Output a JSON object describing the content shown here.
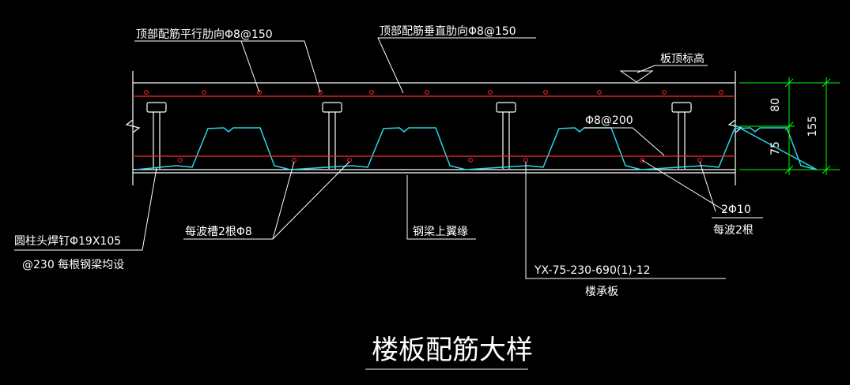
{
  "labels": {
    "top_parallel": "顶部配筋平行肋向Φ8@150",
    "top_perpendicular": "顶部配筋垂直肋向Φ8@150",
    "slab_top_elevation": "板顶标高",
    "mid_rebar": "Φ8@200",
    "stud_line1": "圆柱头焊钉Φ19X105",
    "stud_line2": "@230 每根钢梁均设",
    "trough_rebar": "每波槽2根Φ8",
    "beam_flange": "钢梁上翼缘",
    "bottom_rebar": "2Φ10",
    "per_wave": "每波2根",
    "deck_model": "YX-75-230-690(1)-12",
    "deck_name": "楼承板"
  },
  "dimensions": {
    "upper": "80",
    "lower": "75",
    "total": "155"
  },
  "title": "楼板配筋大样",
  "colors": {
    "background": "#000000",
    "lines": "#ffffff",
    "rebar": "#ff2a2a",
    "deck": "#28d8e8",
    "dimension": "#00ff00"
  }
}
